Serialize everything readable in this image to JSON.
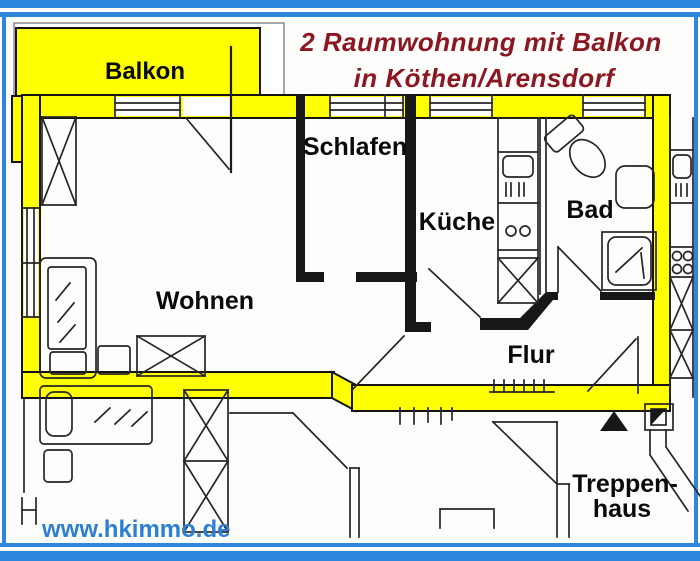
{
  "title": {
    "line1": "2 Raumwohnung mit Balkon",
    "line2": "in Köthen/Arensdorf",
    "color": "#8c1722"
  },
  "rooms": {
    "balkon": "Balkon",
    "schlafen": "Schlafen",
    "kueche": "Küche",
    "bad": "Bad",
    "wohnen": "Wohnen",
    "flur": "Flur",
    "treppenhaus_line1": "Treppen-",
    "treppenhaus_line2": "haus"
  },
  "watermark": {
    "text": "www.hkimmo.de",
    "color": "#2c7fd3"
  },
  "colors": {
    "wall_yellow": "#ffff00",
    "border_blue": "#2e86dd",
    "line_black": "#1b1b1b"
  },
  "icons": {
    "entrance-marker-icon": "▲",
    "furniture_symbols": [
      "wardrobe",
      "couch",
      "side-table",
      "crossed-table",
      "bed",
      "nightstand",
      "toilet",
      "washbasin",
      "shower",
      "kitchen-unit-sink",
      "stove",
      "cabinet",
      "stairs"
    ]
  }
}
